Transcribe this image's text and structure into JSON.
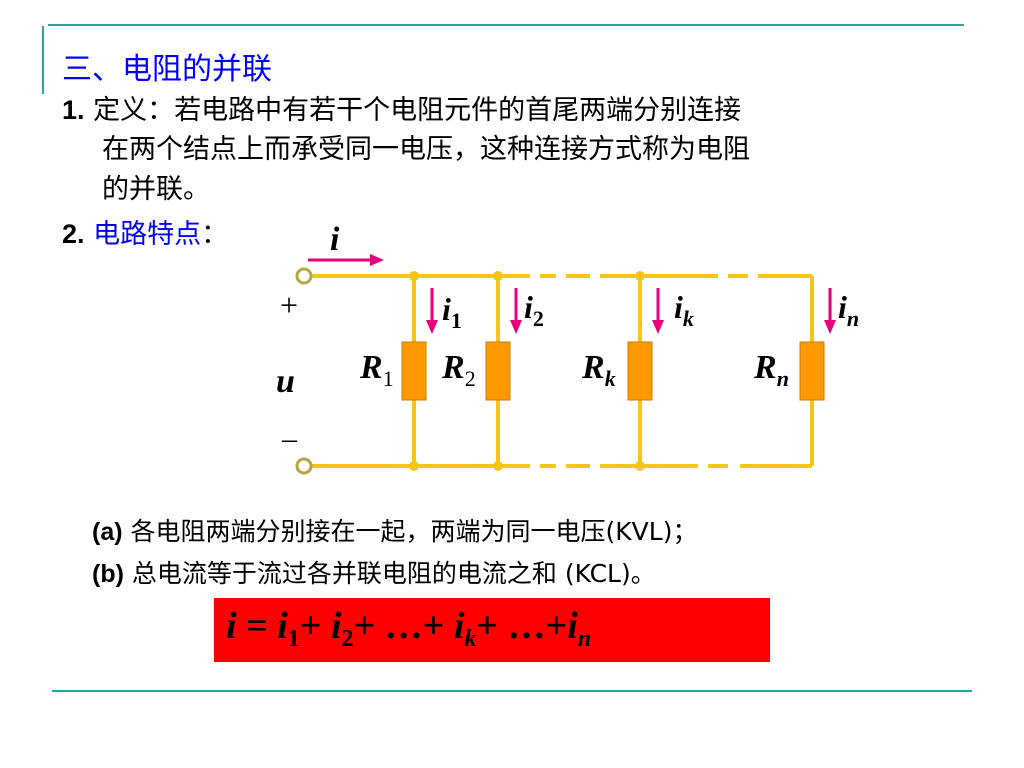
{
  "title": "三、电阻的并联",
  "definition": {
    "number": "1.",
    "line1": "定义：若电路中有若干个电阻元件的首尾两端分别连接",
    "line2": "在两个结点上而承受同一电压，这种连接方式称为电阻",
    "line3": "的并联。"
  },
  "features": {
    "number": "2.",
    "label": "电路特点",
    "colon": "："
  },
  "circuit": {
    "total_current": "i",
    "plus": "+",
    "minus": "–",
    "voltage": "u",
    "branches": [
      {
        "current": "i",
        "current_sub": "1",
        "resistor": "R",
        "resistor_sub": "1"
      },
      {
        "current": "i",
        "current_sub": "2",
        "resistor": "R",
        "resistor_sub": "2"
      },
      {
        "current": "i",
        "current_sub": "k",
        "resistor": "R",
        "resistor_sub": "k"
      },
      {
        "current": "i",
        "current_sub": "n",
        "resistor": "R",
        "resistor_sub": "n"
      }
    ],
    "colors": {
      "wire": "#f5c518",
      "resistor": "#ff9900",
      "arrow": "#e6007e",
      "terminal": "#b5a642"
    }
  },
  "notes": [
    {
      "label": "(a)",
      "text": " 各电阻两端分别接在一起，两端为同一电压(KVL)；"
    },
    {
      "label": "(b)",
      "text": " 总电流等于流过各并联电阻的电流之和 (KCL)。"
    }
  ],
  "formula": {
    "lhs": "i",
    "eq": " = ",
    "t1": "i",
    "t1_sub": "1",
    "p1": "+ ",
    "t2": "i",
    "t2_sub": "2",
    "p2": "+ …+ ",
    "tk": "i",
    "tk_sub": "k",
    "p3": "+ …+",
    "tn": "i",
    "tn_sub": "n"
  },
  "accent_color": "#2aa3a3",
  "formula_background": "#ff0000"
}
